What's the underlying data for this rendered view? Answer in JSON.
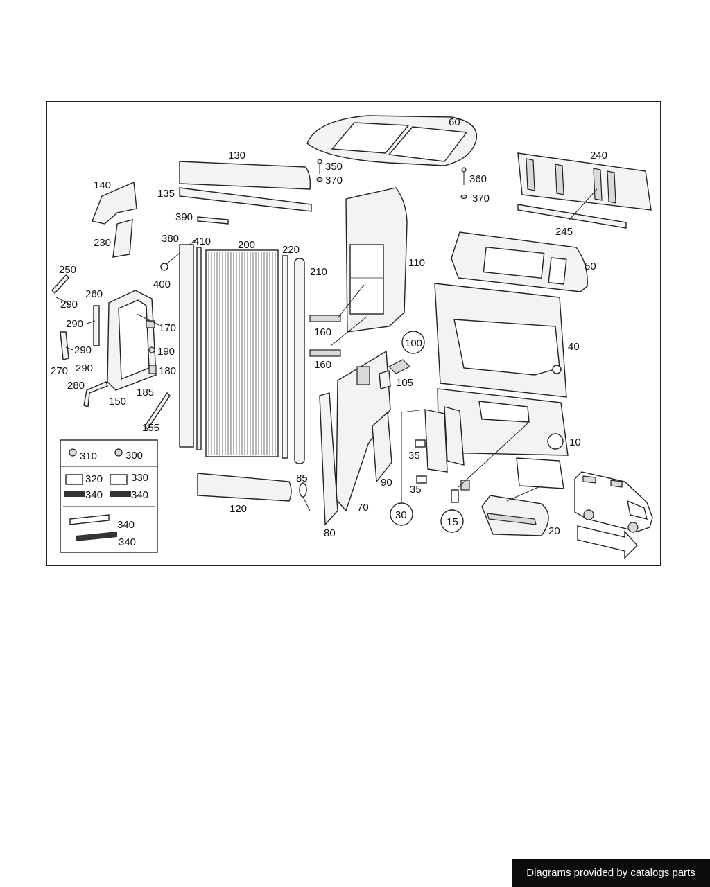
{
  "labels": {
    "p10": "10",
    "p15": "15",
    "p20": "20",
    "p30": "30",
    "p35": "35",
    "p40": "40",
    "p50": "50",
    "p60": "60",
    "p70": "70",
    "p80": "80",
    "p85": "85",
    "p90": "90",
    "p100": "100",
    "p105": "105",
    "p110": "110",
    "p120": "120",
    "p130": "130",
    "p135": "135",
    "p140": "140",
    "p150": "150",
    "p155": "155",
    "p160": "160",
    "p170": "170",
    "p180": "180",
    "p185": "185",
    "p190": "190",
    "p200": "200",
    "p210": "210",
    "p220": "220",
    "p230": "230",
    "p240": "240",
    "p245": "245",
    "p250": "250",
    "p260": "260",
    "p270": "270",
    "p280": "280",
    "p290": "290",
    "p300": "300",
    "p310": "310",
    "p320": "320",
    "p330": "330",
    "p340": "340",
    "p350": "350",
    "p360": "360",
    "p370": "370",
    "p380": "380",
    "p390": "390",
    "p400": "400",
    "p410": "410"
  },
  "footer": {
    "text": "Diagrams provided by catalogs parts"
  }
}
